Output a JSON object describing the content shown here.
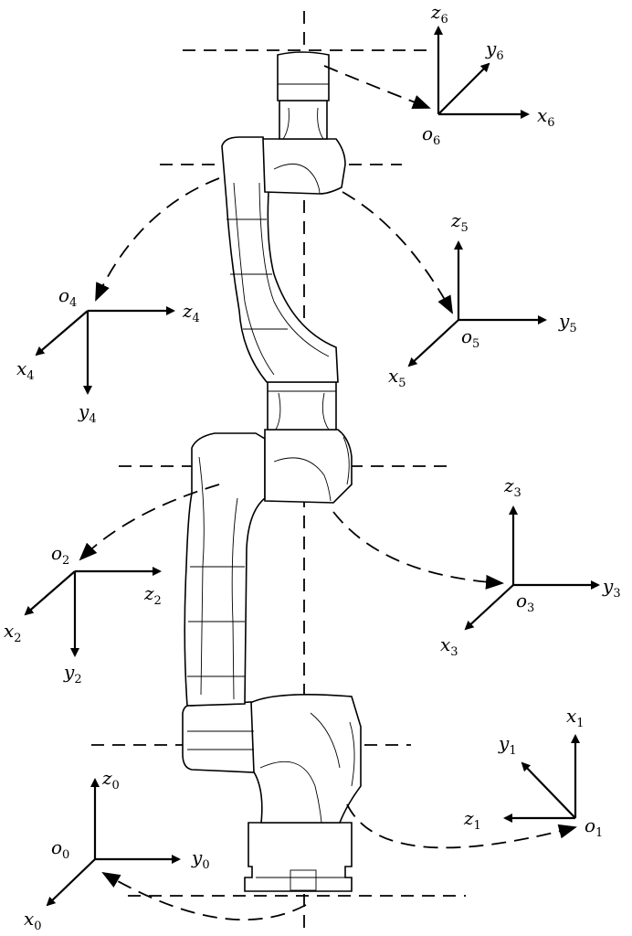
{
  "frames": [
    {
      "id": "0",
      "origin": "o",
      "origin_sub": "0",
      "axes": [
        {
          "name": "z",
          "sub": "0"
        },
        {
          "name": "y",
          "sub": "0"
        },
        {
          "name": "x",
          "sub": "0"
        }
      ]
    },
    {
      "id": "1",
      "origin": "o",
      "origin_sub": "1",
      "axes": [
        {
          "name": "x",
          "sub": "1"
        },
        {
          "name": "y",
          "sub": "1"
        },
        {
          "name": "z",
          "sub": "1"
        }
      ]
    },
    {
      "id": "2",
      "origin": "o",
      "origin_sub": "2",
      "axes": [
        {
          "name": "z",
          "sub": "2"
        },
        {
          "name": "x",
          "sub": "2"
        },
        {
          "name": "y",
          "sub": "2"
        }
      ]
    },
    {
      "id": "3",
      "origin": "o",
      "origin_sub": "3",
      "axes": [
        {
          "name": "z",
          "sub": "3"
        },
        {
          "name": "y",
          "sub": "3"
        },
        {
          "name": "x",
          "sub": "3"
        }
      ]
    },
    {
      "id": "4",
      "origin": "o",
      "origin_sub": "4",
      "axes": [
        {
          "name": "z",
          "sub": "4"
        },
        {
          "name": "x",
          "sub": "4"
        },
        {
          "name": "y",
          "sub": "4"
        }
      ]
    },
    {
      "id": "5",
      "origin": "o",
      "origin_sub": "5",
      "axes": [
        {
          "name": "z",
          "sub": "5"
        },
        {
          "name": "y",
          "sub": "5"
        },
        {
          "name": "x",
          "sub": "5"
        }
      ]
    },
    {
      "id": "6",
      "origin": "o",
      "origin_sub": "6",
      "axes": [
        {
          "name": "z",
          "sub": "6"
        },
        {
          "name": "y",
          "sub": "6"
        },
        {
          "name": "x",
          "sub": "6"
        }
      ]
    }
  ]
}
